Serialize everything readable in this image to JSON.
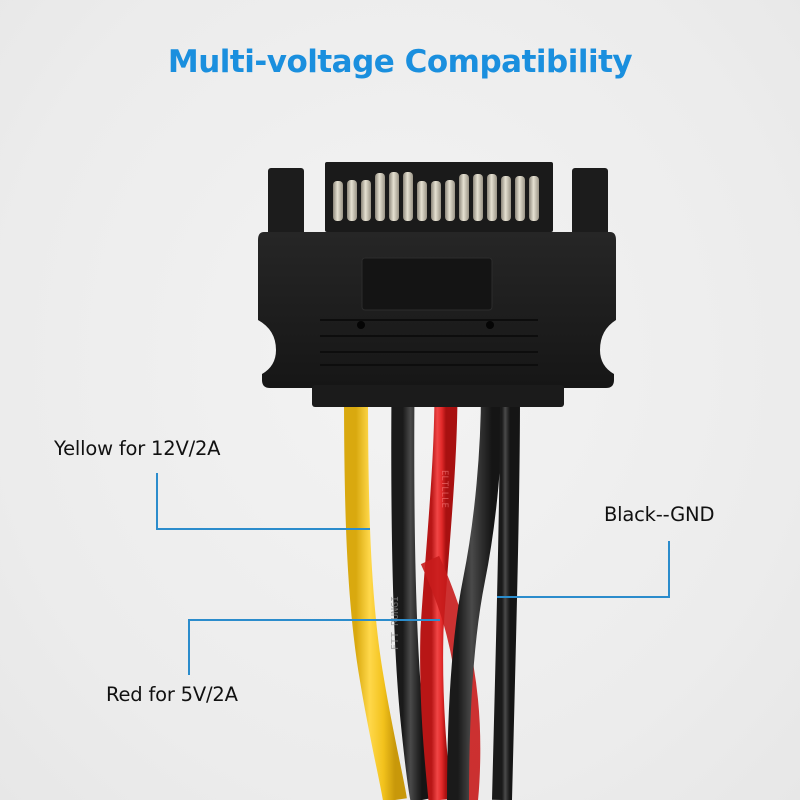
{
  "title": "Multi-voltage Compatibility",
  "labels": {
    "yellow": "Yellow for 12V/2A",
    "black": "Black--GND",
    "red": "Red for 5V/2A"
  },
  "colors": {
    "title": "#1a8fde",
    "leader_lines": "#2b8ccc",
    "wire_yellow": "#f2c21c",
    "wire_red": "#e32a2a",
    "wire_black": "#2a2a2a",
    "connector_body": "#1e1e1e",
    "pin_metal": "#c9c4b4"
  },
  "connector": {
    "type": "SATA 15-pin power connector",
    "pin_count": 15
  },
  "wires": [
    {
      "color": "yellow",
      "meaning": "12V/2A"
    },
    {
      "color": "black",
      "meaning": "GND"
    },
    {
      "color": "red",
      "meaning": "5V/2A"
    },
    {
      "color": "black",
      "meaning": "GND"
    }
  ]
}
